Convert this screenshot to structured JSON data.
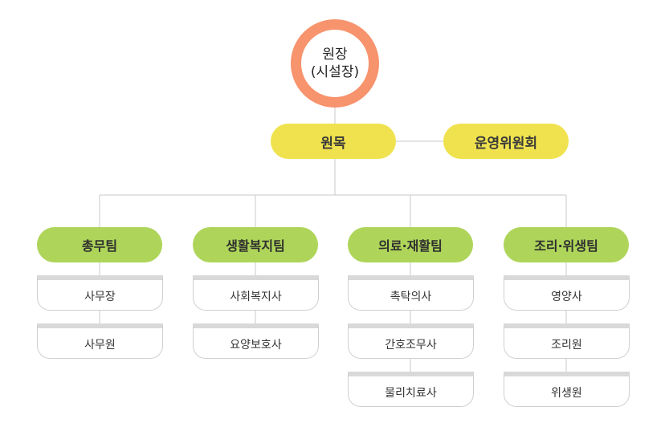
{
  "director": {
    "line1": "원장",
    "line2": "(시설장)"
  },
  "head": {
    "label": "원목"
  },
  "committee": {
    "label": "운영위원회"
  },
  "teams": [
    {
      "label": "총무팀",
      "roles": [
        "사무장",
        "사무원"
      ]
    },
    {
      "label": "생활복지팀",
      "roles": [
        "사회복지사",
        "요양보호사"
      ]
    },
    {
      "label": "의료·재활팀",
      "roles": [
        "촉탁의사",
        "간호조무사",
        "물리치료사"
      ]
    },
    {
      "label": "조리·위생팀",
      "roles": [
        "영양사",
        "조리원",
        "위생원"
      ]
    }
  ],
  "colors": {
    "director_ring": "#f7936d",
    "head": "#f0e24e",
    "team": "#aed55a",
    "line": "#c8c8c8"
  }
}
